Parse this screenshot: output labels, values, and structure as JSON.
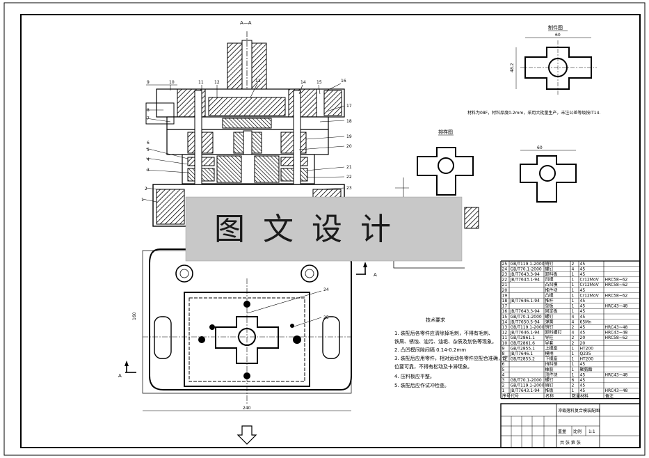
{
  "watermark": "图文设计",
  "section_label": "A—A",
  "view_a_left": "A",
  "view_a_right": "A",
  "part_drawing": {
    "title": "制件图",
    "material_note": "材料为08F，材料厚度0.2mm，采用大批量生产，未注公差等级按IT14."
  },
  "blank_drawing": {
    "title": "排样图"
  },
  "tech_req": {
    "title": "技术要求",
    "items": [
      "1. 装配后各零件应清除掉毛刺，不得有毛刺、",
      "铁屑、锈蚀、油污、油垢、杂质及划伤等现象。",
      "2. 凸凹模间隙间隔 0.14-0.2mm",
      "3. 装配后应用零件，相对运动各零件应配合准确，定",
      "位要可靠，不得有松动及卡滞现象。",
      "4. 压料板应平整。",
      "5. 装配后应作试冲检查。"
    ]
  },
  "part_numbers": [
    "1",
    "2",
    "3",
    "4",
    "5",
    "6",
    "7",
    "8",
    "9",
    "10",
    "11",
    "12",
    "13",
    "14",
    "15",
    "16",
    "17",
    "18",
    "19",
    "20",
    "21",
    "22",
    "23",
    "24",
    "25"
  ],
  "bom_header": [
    "序号",
    "代号",
    "名称",
    "数量",
    "材料",
    "备注"
  ],
  "bom_rows": [
    [
      "25",
      "GB/T119.1-2000",
      "销钉",
      "2",
      "45",
      ""
    ],
    [
      "24",
      "GB/T70.1-2000",
      "螺钉",
      "4",
      "45",
      ""
    ],
    [
      "23",
      "JB/T7643.3-94",
      "卸料板",
      "1",
      "45",
      ""
    ],
    [
      "22",
      "JB/T7643.1-94",
      "凹模",
      "1",
      "Cr12MoV",
      "HRC58~62"
    ],
    [
      "21",
      "",
      "凸凹模",
      "1",
      "Cr12MoV",
      "HRC58~62"
    ],
    [
      "20",
      "",
      "推件块",
      "1",
      "45",
      ""
    ],
    [
      "19",
      "",
      "凸模",
      "1",
      "Cr12MoV",
      "HRC58~62"
    ],
    [
      "18",
      "JB/T7646.1-94",
      "推杆",
      "1",
      "45",
      ""
    ],
    [
      "17",
      "",
      "垫板",
      "1",
      "45",
      "HRC43~48"
    ],
    [
      "16",
      "JB/T7643.3-94",
      "固定板",
      "1",
      "45",
      ""
    ],
    [
      "15",
      "GB/T70.1-2000",
      "螺钉",
      "4",
      "45",
      ""
    ],
    [
      "14",
      "JB/T7650.5-94",
      "弹簧",
      "4",
      "65Mn",
      ""
    ],
    [
      "13",
      "GB/T119.1-2000",
      "销钉",
      "2",
      "45",
      "HRC43~48"
    ],
    [
      "12",
      "JB/T7646.1-94",
      "卸料螺钉",
      "4",
      "45",
      "HRC43~48"
    ],
    [
      "11",
      "GB/T2861.1",
      "导柱",
      "2",
      "20",
      "HRC58~62"
    ],
    [
      "10",
      "GB/T2861.6",
      "导套",
      "2",
      "20",
      ""
    ],
    [
      "9",
      "GB/T2855.1",
      "上模座",
      "1",
      "HT200",
      ""
    ],
    [
      "8",
      "JB/T7646.1",
      "模柄",
      "1",
      "Q235",
      ""
    ],
    [
      "7",
      "GB/T2855.2",
      "下模座",
      "1",
      "HT200",
      ""
    ],
    [
      "6",
      "",
      "挡料销",
      "1",
      "45",
      ""
    ],
    [
      "5",
      "",
      "橡胶",
      "1",
      "聚氨酯",
      ""
    ],
    [
      "4",
      "",
      "顶件块",
      "1",
      "45",
      "HRC43~48"
    ],
    [
      "3",
      "GB/T70.1-2000",
      "螺钉",
      "6",
      "45",
      ""
    ],
    [
      "2",
      "GB/T119.1-2000",
      "销钉",
      "2",
      "45",
      ""
    ],
    [
      "1",
      "JB/T7643.1-94",
      "推板",
      "1",
      "45",
      "HRC43~48"
    ]
  ],
  "title_block": {
    "drawing_name": "冲裁落料复合模装配图",
    "scale_label": "比例",
    "scale": "1:1",
    "sheet_label": "共 张 第 张",
    "weight_label": "重量"
  },
  "dims": {
    "part_width": "60",
    "part_height": "48.2",
    "blank_width": "60",
    "base_width": "240",
    "base_height": "160"
  }
}
